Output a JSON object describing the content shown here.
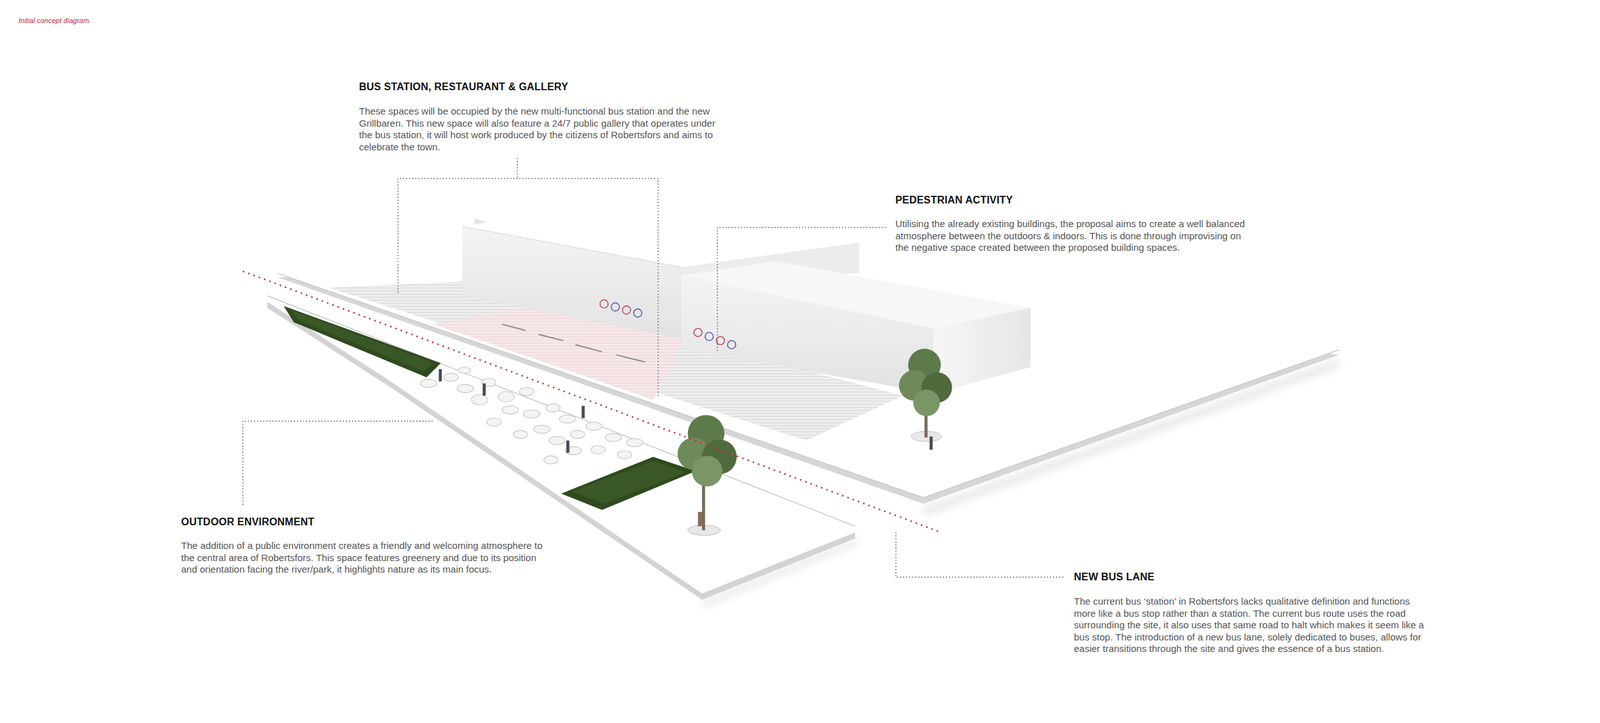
{
  "diagram": {
    "title": "Initial concept diagram.",
    "labels": [
      "BUS STATION, RESTAURANT & GALLERY",
      "These spaces will be occupied by the new multi-functional bus station and the new Grillbaren. This new space will also feature a 24/7 public gallery that operates under the bus station, it will host work produced by the citizens of Robertsfors and aims to celebrate the town.",
      "PEDESTRIAN ACTIVITY",
      "Utilising the already existing buildings, the proposal aims to create a well balanced atmosphere between the outdoors & indoors. This is done through improvising on the negative space created between the proposed building spaces.",
      "OUTDOOR ENVIRONMENT",
      "The addition of a public environment creates a friendly and welcoming atmosphere to the central area of Robertsfors. This space features greenery and due to its position and orientation facing the river/park, it highlights nature as its main focus.",
      "NEW BUS LANE",
      "The current bus ‘station’ in Robertsfors lacks qualitative definition and functions more like a bus stop rather than a station. The current bus route uses the road surrounding the site, it also uses that same road to halt which makes it seem like a bus stop. The introduction of a new bus lane, solely dedicated to buses, allows for easier transitions through the site and gives the essence of a bus station."
    ]
  }
}
